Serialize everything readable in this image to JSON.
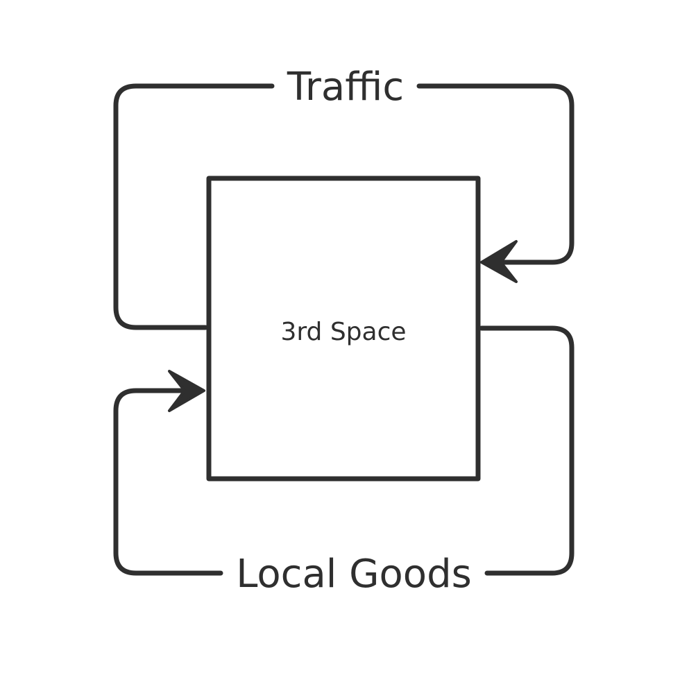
{
  "diagram": {
    "node": {
      "label": "3rd Space"
    },
    "edges": {
      "top": {
        "label": "Traffic"
      },
      "bottom": {
        "label": "Local Goods"
      }
    },
    "colors": {
      "stroke": "#2f2f2f",
      "background": "#ffffff"
    }
  }
}
